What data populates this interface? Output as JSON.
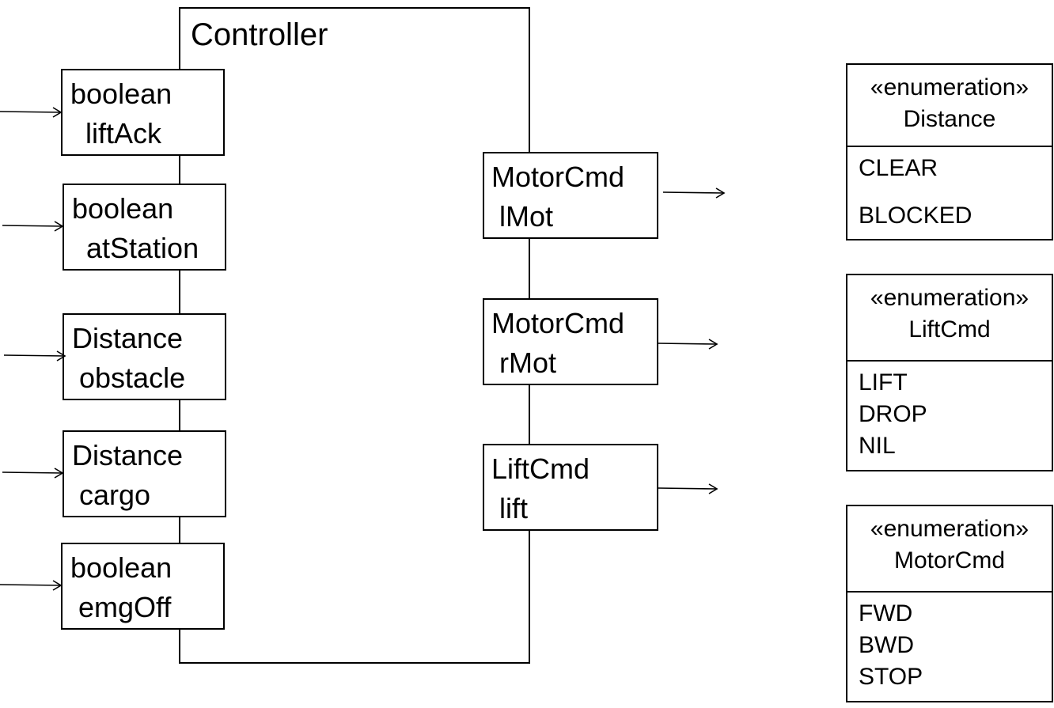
{
  "controller": {
    "title": "Controller",
    "inputs": [
      {
        "type": "boolean",
        "name": "liftAck"
      },
      {
        "type": "boolean",
        "name": "atStation"
      },
      {
        "type": "Distance",
        "name": "obstacle"
      },
      {
        "type": "Distance",
        "name": "cargo"
      },
      {
        "type": "boolean",
        "name": "emgOff"
      }
    ],
    "outputs": [
      {
        "type": "MotorCmd",
        "name": "lMot"
      },
      {
        "type": "MotorCmd",
        "name": "rMot"
      },
      {
        "type": "LiftCmd",
        "name": "lift"
      }
    ]
  },
  "enumerations": [
    {
      "stereotype": "«enumeration»",
      "name": "Distance",
      "literals": [
        "CLEAR",
        "BLOCKED"
      ]
    },
    {
      "stereotype": "«enumeration»",
      "name": "LiftCmd",
      "literals": [
        "LIFT",
        "DROP",
        "NIL"
      ]
    },
    {
      "stereotype": "«enumeration»",
      "name": "MotorCmd",
      "literals": [
        "FWD",
        "BWD",
        "STOP"
      ]
    }
  ]
}
